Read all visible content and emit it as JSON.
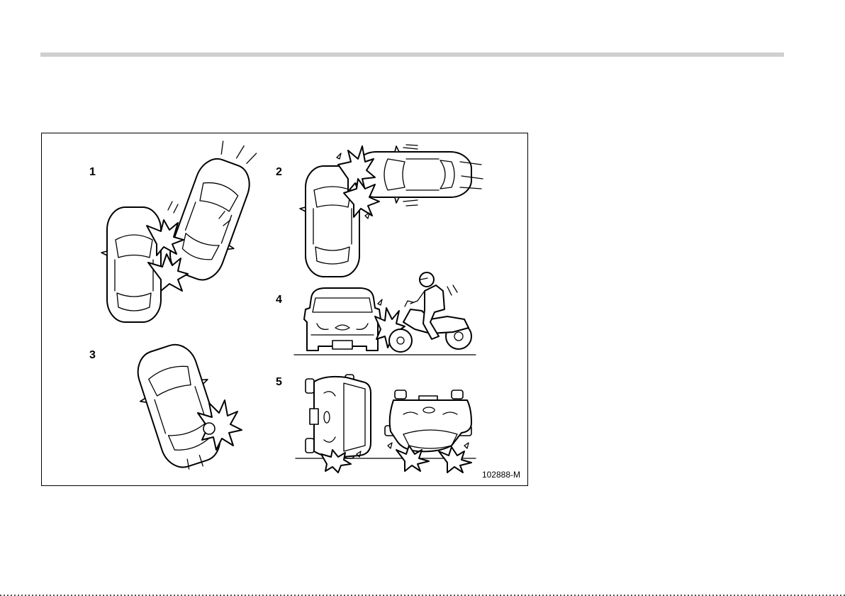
{
  "figure": {
    "panel_labels": [
      "1",
      "2",
      "3",
      "4",
      "5"
    ],
    "code": "102888-M"
  }
}
